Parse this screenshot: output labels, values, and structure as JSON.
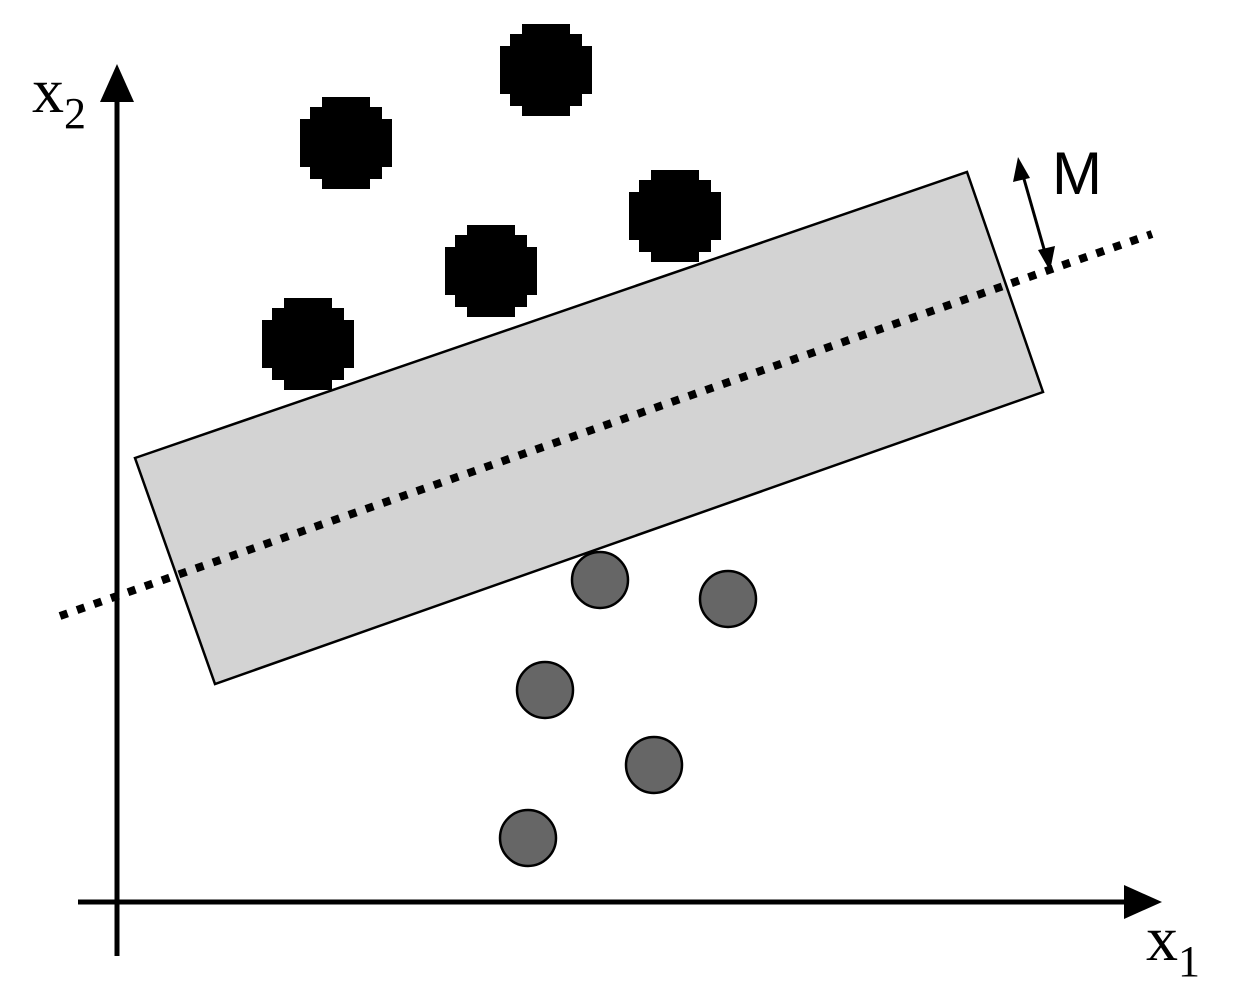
{
  "diagram": {
    "x_axis": {
      "label": "x",
      "subscript": "1"
    },
    "y_axis": {
      "label": "x",
      "subscript": "2"
    },
    "margin_label": "M",
    "colors": {
      "plus_class": "#000000",
      "circle_class": "#666666",
      "margin_band": "#d3d3d3",
      "stroke": "#000000"
    },
    "icons": {
      "plus_marker": "plus-icon",
      "circle_marker": "circle-icon"
    }
  }
}
